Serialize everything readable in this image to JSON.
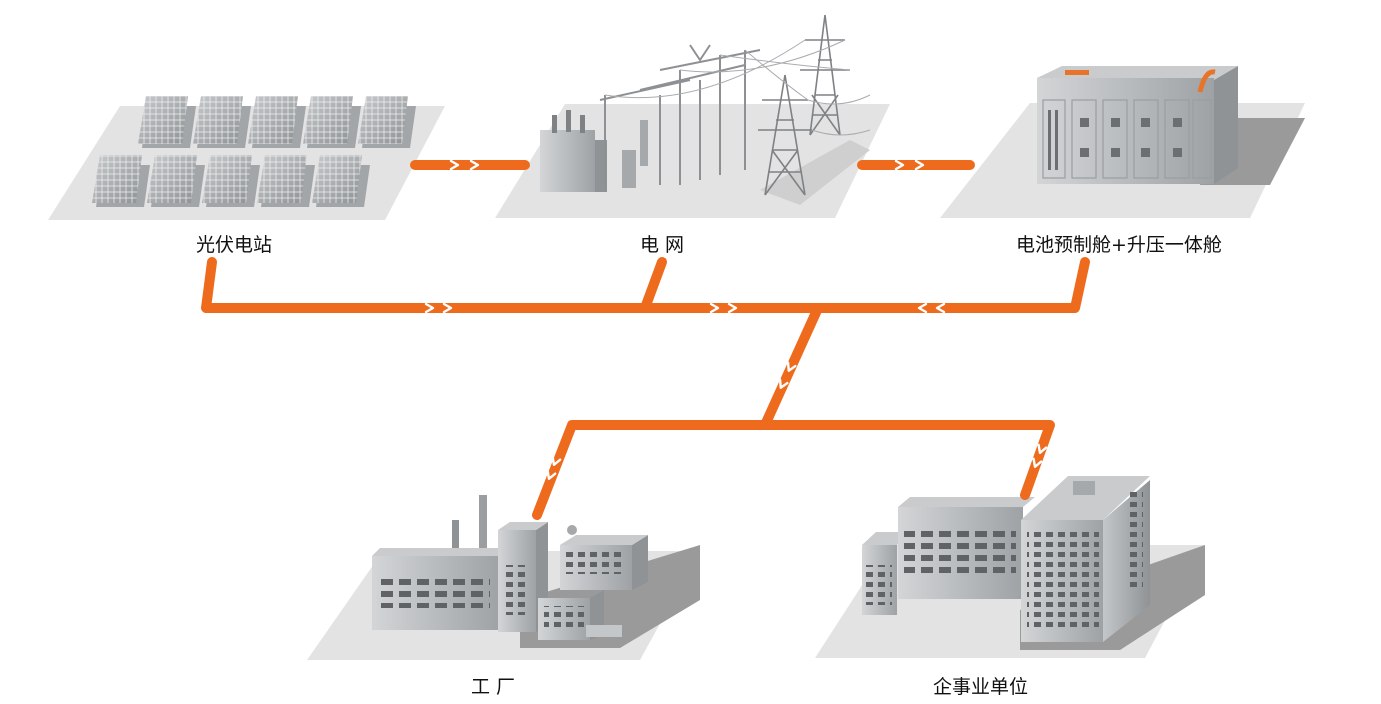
{
  "diagram": {
    "nodes": {
      "solar": {
        "label": "光伏电站",
        "icon": "solar-panel-array-icon"
      },
      "grid": {
        "label": "电 网",
        "icon": "transmission-tower-substation-icon"
      },
      "battery": {
        "label": "电池预制舱+升压一体舱",
        "icon": "battery-container-icon"
      },
      "factory": {
        "label": "工 厂",
        "icon": "factory-icon"
      },
      "office": {
        "label": "企事业单位",
        "icon": "office-building-icon"
      }
    },
    "edges": [
      {
        "from": "solar",
        "to": "grid"
      },
      {
        "from": "grid",
        "to": "battery"
      },
      {
        "from": "solar",
        "to": "factory"
      },
      {
        "from": "solar",
        "to": "office"
      },
      {
        "from": "grid",
        "to": "factory"
      },
      {
        "from": "grid",
        "to": "office"
      },
      {
        "from": "battery",
        "to": "factory"
      },
      {
        "from": "battery",
        "to": "office"
      }
    ],
    "colors": {
      "flow": "#ee6b1e",
      "platform": "#e3e3e3",
      "shadow": "#9a9a9a",
      "building": "#b9bcbe"
    }
  }
}
